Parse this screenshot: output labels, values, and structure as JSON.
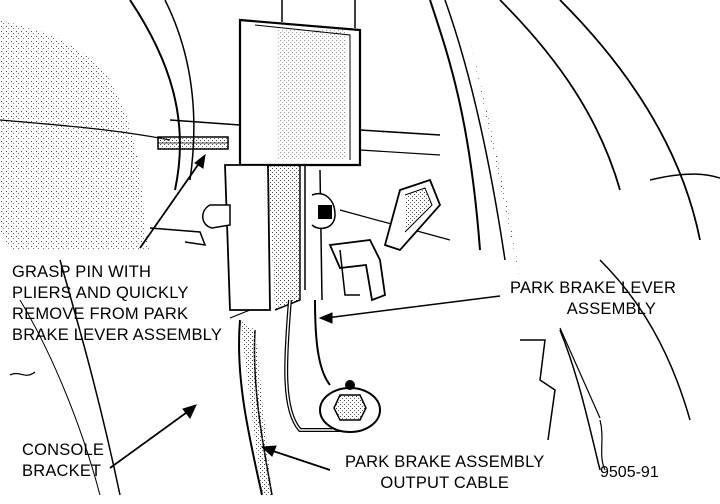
{
  "figure_number": "9505-91",
  "callouts": {
    "grasp_pin": {
      "lines": [
        "GRASP PIN WITH",
        "PLIERS AND QUICKLY",
        "REMOVE FROM PARK",
        "BRAKE LEVER ASSEMBLY"
      ]
    },
    "park_brake_lever": {
      "lines": [
        "PARK BRAKE LEVER",
        "ASSEMBLY"
      ]
    },
    "console_bracket": {
      "lines": [
        "CONSOLE",
        "BRACKET"
      ]
    },
    "output_cable": {
      "lines": [
        "PARK BRAKE ASSEMBLY",
        "OUTPUT CABLE"
      ]
    }
  },
  "colors": {
    "ink": "#000000",
    "paper": "#ffffff",
    "stipple": "#555555"
  }
}
